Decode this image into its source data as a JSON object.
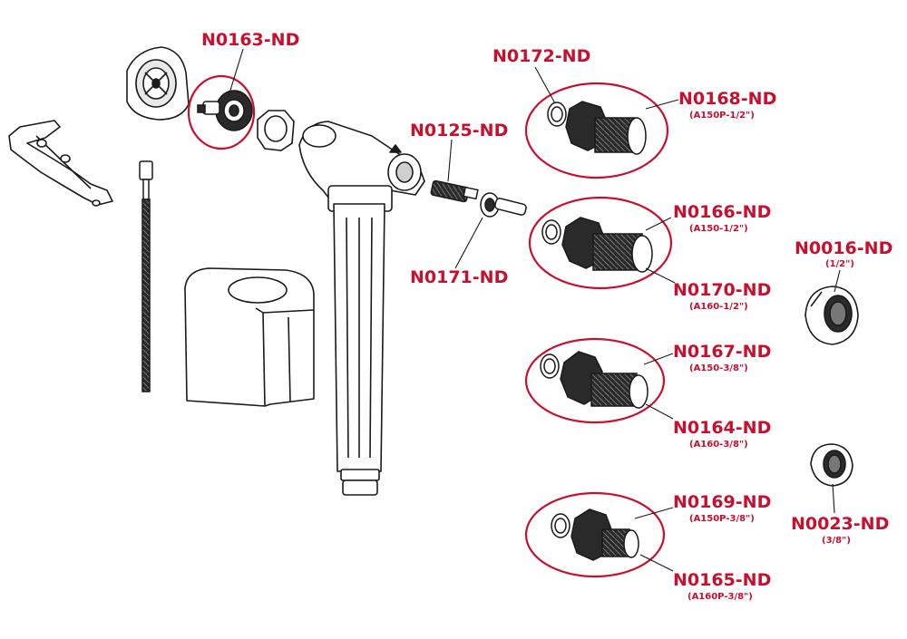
{
  "colors": {
    "accent": "#c8102e",
    "line": "#1a1a1a",
    "fill_dark": "#2a2a2a",
    "fill_light": "#ffffff",
    "fill_mid": "#cfcfcf"
  },
  "labels": {
    "n0163": {
      "code": "N0163-ND"
    },
    "n0172": {
      "code": "N0172-ND"
    },
    "n0168": {
      "code": "N0168-ND",
      "note": "(A150P-1/2\")"
    },
    "n0125": {
      "code": "N0125-ND"
    },
    "n0171": {
      "code": "N0171-ND"
    },
    "n0166": {
      "code": "N0166-ND",
      "note": "(A150-1/2\")"
    },
    "n0170": {
      "code": "N0170-ND",
      "note": "(A160-1/2\")"
    },
    "n0016": {
      "code": "N0016-ND",
      "note": "(1/2\")"
    },
    "n0167": {
      "code": "N0167-ND",
      "note": "(A150-3/8\")"
    },
    "n0164": {
      "code": "N0164-ND",
      "note": "(A160-3/8\")"
    },
    "n0169": {
      "code": "N0169-ND",
      "note": "(A150P-3/8\")"
    },
    "n0023": {
      "code": "N0023-ND",
      "note": "(3/8\")"
    },
    "n0165": {
      "code": "N0165-ND",
      "note": "(A160P-3/8\")"
    }
  }
}
